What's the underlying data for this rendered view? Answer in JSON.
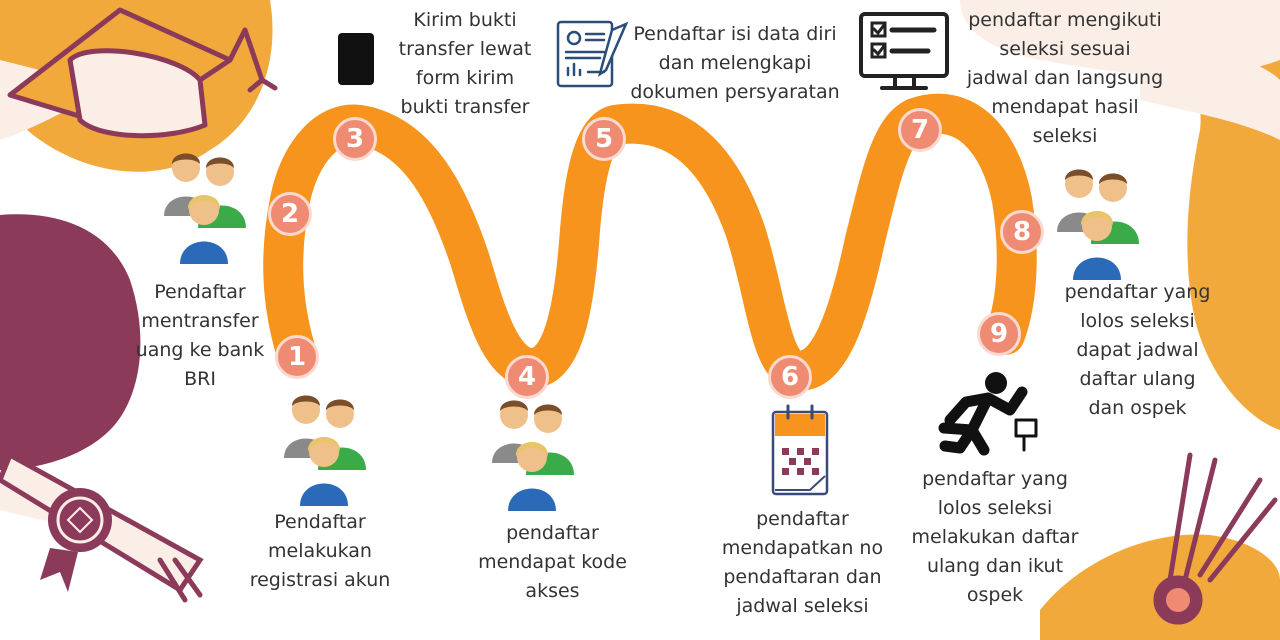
{
  "steps": [
    {
      "num": "1",
      "text": "Pendaftar\nmentransfer\nuang ke bank\nBRI",
      "icon": "people-group-icon"
    },
    {
      "num": "2",
      "text": "Pendaftar\nmelakukan\nregistrasi akun",
      "icon": "people-group-icon"
    },
    {
      "num": "3",
      "text": "Kirim bukti\ntransfer lewat\nform kirim\nbukti transfer",
      "icon": "smartphone-icon"
    },
    {
      "num": "4",
      "text": "pendaftar\nmendapat kode\nakses",
      "icon": "people-group-icon"
    },
    {
      "num": "5",
      "text": "Pendaftar isi data diri\ndan melengkapi\ndokumen persyaratan",
      "icon": "document-form-icon"
    },
    {
      "num": "6",
      "text": "pendaftar\nmendapatkan no\npendaftaran dan\njadwal seleksi",
      "icon": "calendar-icon"
    },
    {
      "num": "7",
      "text": "pendaftar mengikuti\nseleksi sesuai\njadwal dan langsung\nmendapat hasil\nseleksi",
      "icon": "monitor-checklist-icon"
    },
    {
      "num": "8",
      "text": "pendaftar yang\nlolos seleksi\ndapat jadwal\ndaftar ulang\ndan ospek",
      "icon": "people-group-icon"
    },
    {
      "num": "9",
      "text": "pendaftar yang\nlolos seleksi\nmelakukan daftar\nulang dan ikut\nospek",
      "icon": "runner-icon"
    }
  ],
  "colors": {
    "path": "#f7941d",
    "badge": "#ef8b73",
    "accent": "#f2a93b",
    "maroon": "#8b3a5a",
    "cream": "#fbeee7"
  }
}
